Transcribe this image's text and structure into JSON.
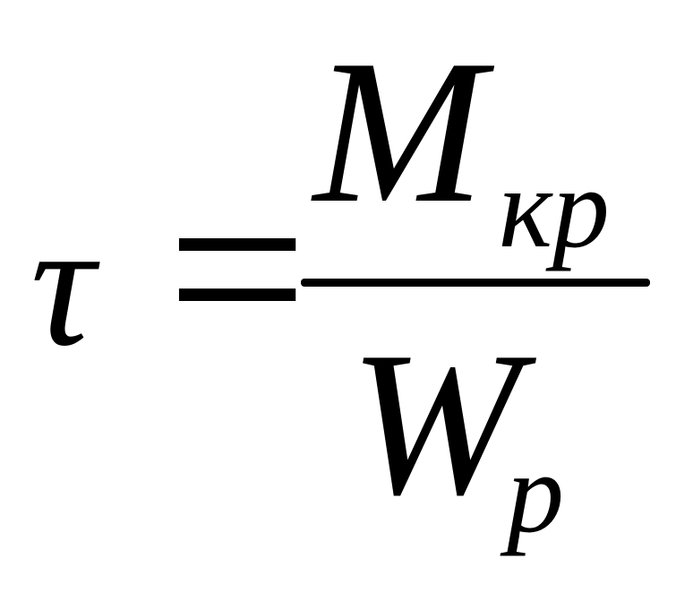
{
  "formula": {
    "lhs": "τ",
    "equals": "=",
    "numerator": {
      "main": "M",
      "subscript": "кр"
    },
    "denominator": {
      "main": "W",
      "subscript": "p"
    },
    "colors": {
      "ink": "#000000",
      "background": "#ffffff"
    }
  }
}
